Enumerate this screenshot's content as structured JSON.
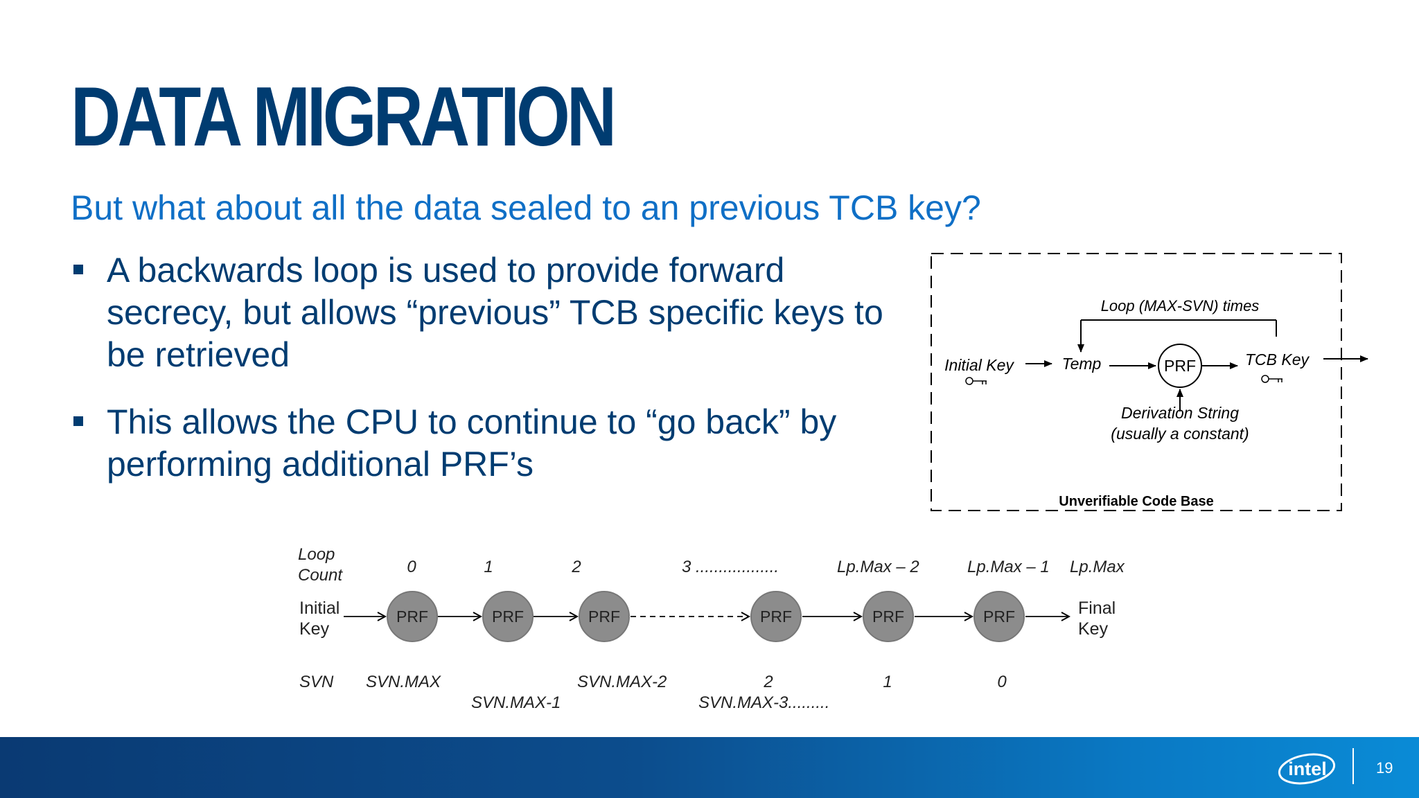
{
  "slide": {
    "title": "DATA MIGRATION",
    "subtitle": "But what about all the data sealed to an previous TCB key?",
    "bullets": [
      "A backwards loop is used to provide forward secrecy, but allows “previous” TCB specific keys to be retrieved",
      "This allows the CPU to continue to “go back” by performing additional PRF’s"
    ],
    "page_number": "19"
  },
  "top_diagram": {
    "loop_label": "Loop (MAX-SVN) times",
    "initial_key": "Initial Key",
    "temp": "Temp",
    "prf": "PRF",
    "tcb_key": "TCB Key",
    "derivation_line1": "Derivation String",
    "derivation_line2": "(usually a constant)",
    "box_label": "Unverifiable Code Base"
  },
  "bottom_diagram": {
    "loop_count_line1": "Loop",
    "loop_count_line2": "Count",
    "counts": [
      "0",
      "1",
      "2",
      "3 ..................",
      "Lp.Max – 2",
      "Lp.Max – 1",
      "Lp.Max"
    ],
    "initial_key_line1": "Initial",
    "initial_key_line2": "Key",
    "prf_nodes": [
      "PRF",
      "PRF",
      "PRF",
      "PRF",
      "PRF",
      "PRF"
    ],
    "final_key_line1": "Final",
    "final_key_line2": "Key",
    "svn_label": "SVN",
    "svn_values": [
      "SVN.MAX",
      "SVN.MAX-1",
      "SVN.MAX-2",
      "2",
      "SVN.MAX-3.........",
      "1",
      "0"
    ]
  },
  "logo": {
    "brand": "intel"
  },
  "colors": {
    "title": "#003c71",
    "subtitle": "#0f6fc6",
    "node_fill": "#8c8c8c",
    "footer": "#0a3a73"
  }
}
